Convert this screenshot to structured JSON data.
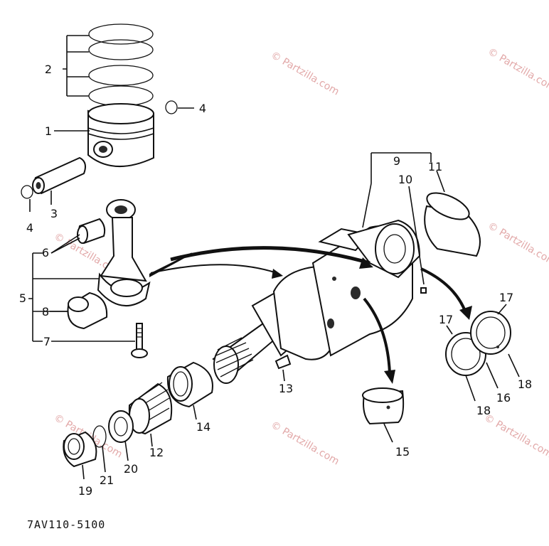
{
  "watermark": "© Partzilla.com",
  "diagram_code": "7AV110-5100",
  "callouts": {
    "c1": "1",
    "c2": "2",
    "c3": "3",
    "c4a": "4",
    "c4b": "4",
    "c5": "5",
    "c6": "6",
    "c7": "7",
    "c8": "8",
    "c9": "9",
    "c10": "10",
    "c11": "11",
    "c12": "12",
    "c13": "13",
    "c14": "14",
    "c15": "15",
    "c16": "16",
    "c17a": "17",
    "c17b": "17",
    "c18a": "18",
    "c18b": "18",
    "c19": "19",
    "c20": "20",
    "c21": "21"
  }
}
